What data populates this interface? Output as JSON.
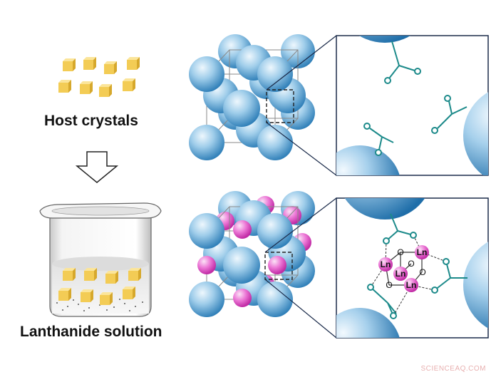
{
  "labels": {
    "host_crystals": "Host crystals",
    "lanthanide_solution": "Lanthanide solution"
  },
  "detail_labels": [
    "Ln",
    "Ln",
    "Ln",
    "Ln"
  ],
  "oxygen_label": "O",
  "watermark": "SCIENCEAQ.COM",
  "colors": {
    "sphere": "#3a8fc9",
    "sphere_light": "#e6f3fb",
    "lanthanide": "#e64fc8",
    "crystal": "#f3cc55",
    "ligand": "#1c8a8a"
  }
}
